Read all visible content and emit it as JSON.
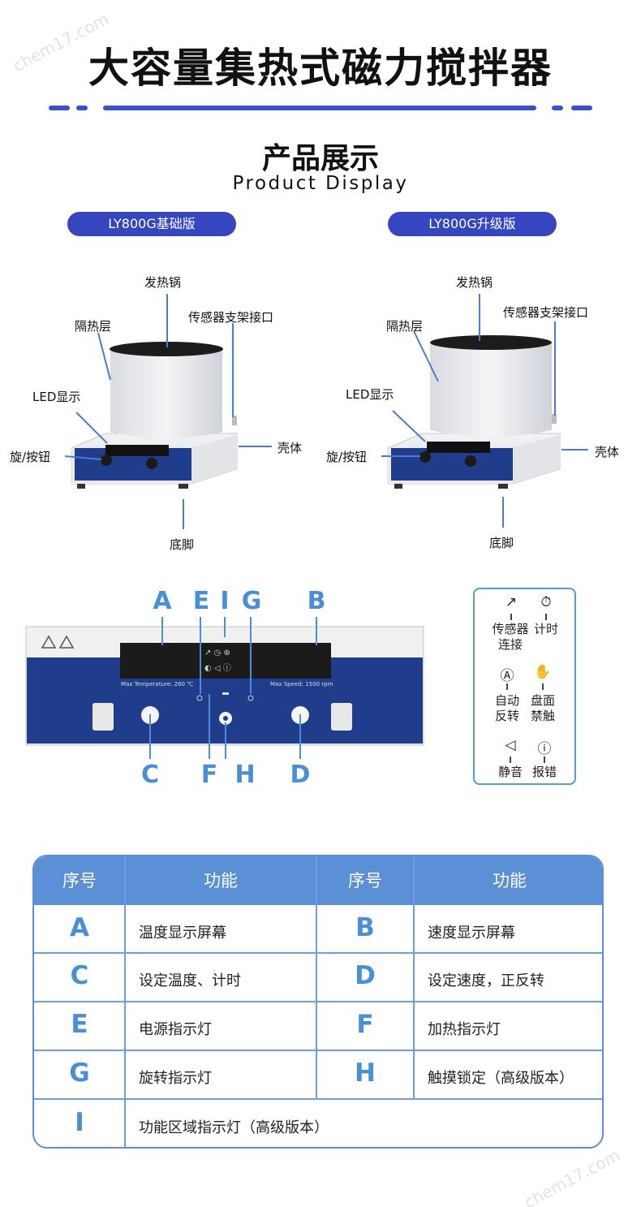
{
  "header": {
    "title": "大容量集热式磁力搅拌器"
  },
  "section": {
    "title": "产品展示",
    "subtitle": "Product Display"
  },
  "versions": {
    "basic": "LY800G基础版",
    "upgrade": "LY800G升级版"
  },
  "part_labels": {
    "pot": "发热锅",
    "insulation": "隔热层",
    "sensor_mount": "传感器支架接口",
    "led": "LED显示",
    "knob": "旋/按钮",
    "shell": "壳体",
    "foot": "底脚"
  },
  "panel": {
    "letters": [
      "A",
      "E",
      "I",
      "G",
      "B",
      "C",
      "F",
      "H",
      "D"
    ],
    "max_temp": "Max Temperature: 260 ℃",
    "max_speed": "Max Speed: 1500 rpm"
  },
  "legend": [
    {
      "icon": "sensor-icon",
      "label": "传感器\n连接"
    },
    {
      "icon": "timer-icon",
      "label": "计时"
    },
    {
      "icon": "auto-reverse-icon",
      "label": "自动\n反转"
    },
    {
      "icon": "touch-lock-icon",
      "label": "盘面\n禁触"
    },
    {
      "icon": "mute-icon",
      "label": "静音"
    },
    {
      "icon": "error-icon",
      "label": "报错"
    }
  ],
  "table": {
    "headers": [
      "序号",
      "功能",
      "序号",
      "功能"
    ],
    "rows": [
      {
        "k1": "A",
        "v1": "温度显示屏幕",
        "k2": "B",
        "v2": "速度显示屏幕"
      },
      {
        "k1": "C",
        "v1": "设定温度、计时",
        "k2": "D",
        "v2": "设定速度，正反转"
      },
      {
        "k1": "E",
        "v1": "电源指示灯",
        "k2": "F",
        "v2": "加热指示灯"
      },
      {
        "k1": "G",
        "v1": "旋转指示灯",
        "k2": "H",
        "v2": "触摸锁定（高级版本）"
      },
      {
        "k1": "I",
        "v1": "功能区域指示灯（高级版本）"
      }
    ]
  },
  "watermark": "chem17.com",
  "colors": {
    "accent": "#3646c0",
    "table_blue": "#5b8fd6",
    "letter_blue": "#4a8fd6",
    "panel_navy": "#1f3d8a"
  }
}
